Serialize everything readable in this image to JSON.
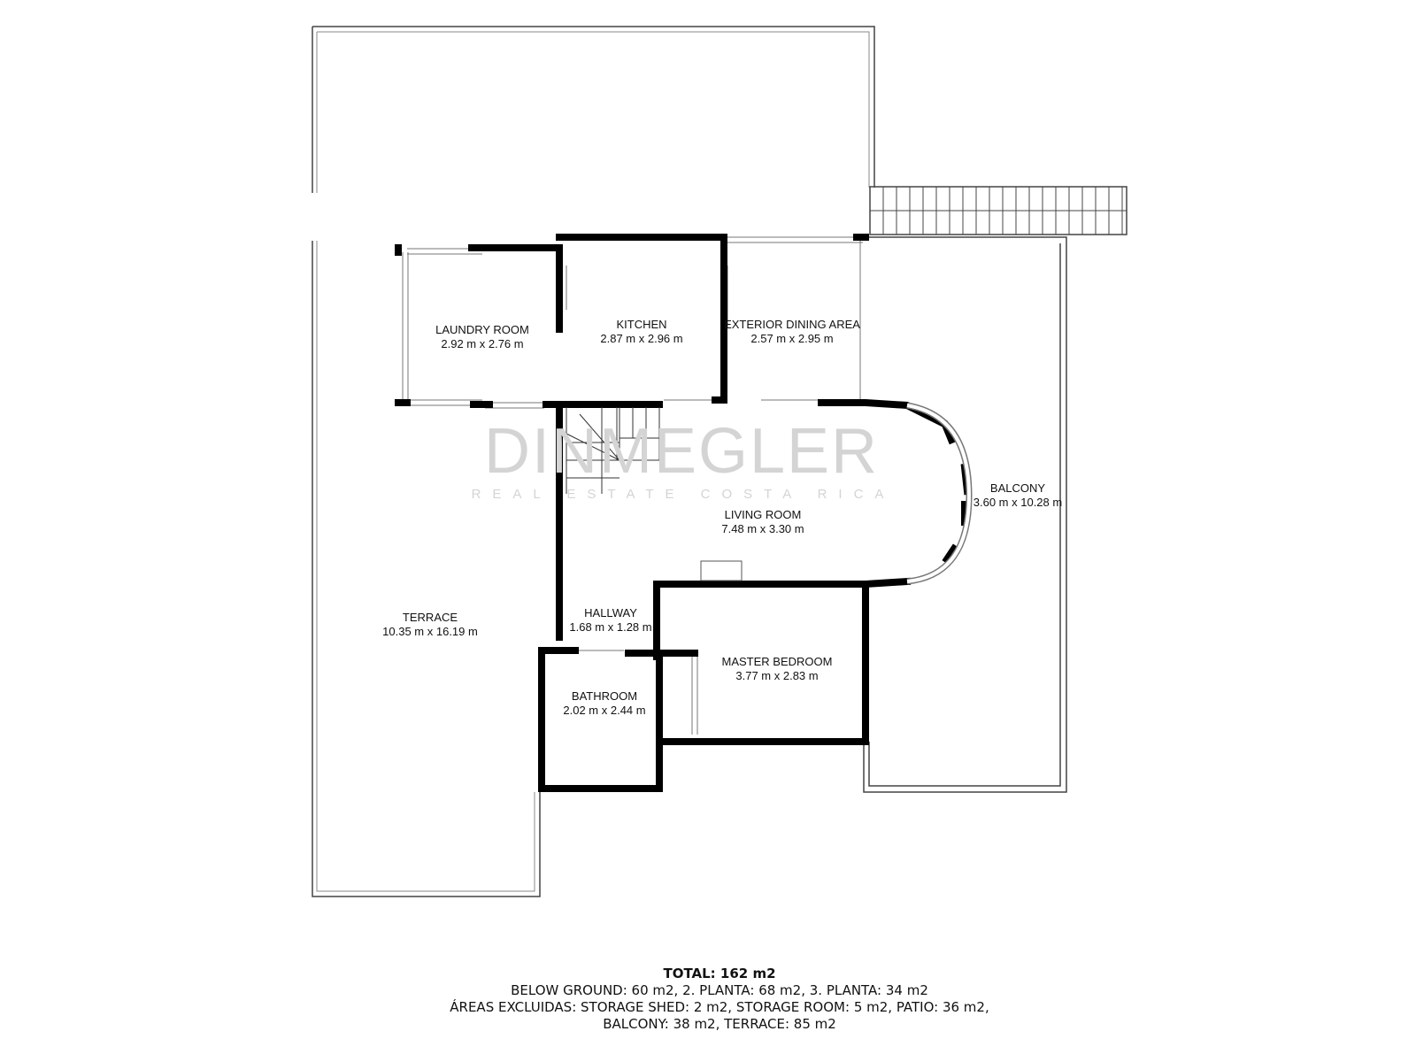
{
  "watermark": {
    "brand": "DINMEGLER",
    "tagline": "REAL ESTATE COSTA RICA"
  },
  "rooms": [
    {
      "name": "LAUNDRY ROOM",
      "size": "2.92 m x 2.76 m"
    },
    {
      "name": "KITCHEN",
      "size": "2.87 m x 2.96 m"
    },
    {
      "name": "EXTERIOR DINING AREA",
      "size": "2.57 m x 2.95 m"
    },
    {
      "name": "LIVING ROOM",
      "size": "7.48 m x 3.30 m"
    },
    {
      "name": "BALCONY",
      "size": "3.60 m x 10.28 m"
    },
    {
      "name": "HALLWAY",
      "size": "1.68 m x 1.28 m"
    },
    {
      "name": "MASTER BEDROOM",
      "size": "3.77 m x 2.83 m"
    },
    {
      "name": "BATHROOM",
      "size": "2.02 m x 2.44 m"
    },
    {
      "name": "TERRACE",
      "size": "10.35 m x 16.19 m"
    }
  ],
  "summary": {
    "total": "TOTAL: 162 m2",
    "line1": "BELOW GROUND: 60 m2, 2. PLANTA: 68 m2, 3. PLANTA: 34 m2",
    "line2": "ÁREAS EXCLUIDAS: STORAGE SHED: 2 m2, STORAGE ROOM: 5 m2, PATIO: 36 m2,",
    "line3": "BALCONY: 38 m2, TERRACE: 85 m2"
  }
}
